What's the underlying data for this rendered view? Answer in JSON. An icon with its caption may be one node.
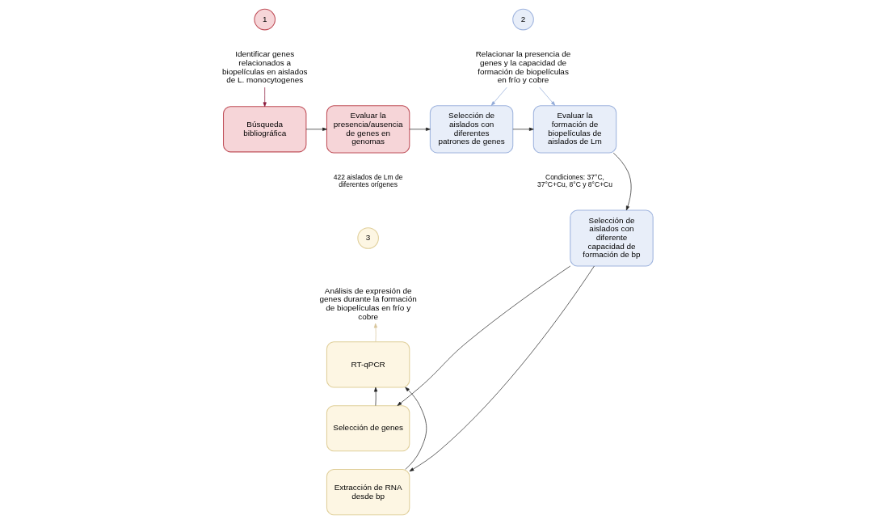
{
  "diagram": {
    "nodes": [
      {
        "text": [
          "1"
        ]
      },
      {
        "text": [
          "Identificar genes relacionados a biopelículas en aislados de L. monocytogenes"
        ]
      },
      {
        "text": [
          "Búsqueda bibliográfica"
        ]
      },
      {
        "text": [
          "Evaluar la presencia/ausencia de genes en genomas"
        ],
        "beside": [
          "422 aislados de Lm de diferentes orígenes"
        ]
      },
      {
        "text": [
          "2"
        ]
      },
      {
        "text": [
          "Relacionar la presencia de genes y la capacidad de formación de biopelículas en frío y cobre"
        ]
      },
      {
        "text": [
          "Selección de aislados con diferentes patrones de genes"
        ]
      },
      {
        "text": [
          "Evaluar la formación de biopelículas de aislados de Lm"
        ],
        "beside": [
          "Condiciones: 37°C, 37°C+Cu, 8°C y 8°C+Cu"
        ]
      },
      {
        "text": [
          "Selección de aislados con diferente capacidad de formación de bp"
        ]
      },
      {
        "text": [
          "Selección de genes"
        ]
      },
      {
        "text": [
          "Extracción de RNA desde bp"
        ]
      },
      {
        "text": [
          "RT-qPCR"
        ]
      },
      {
        "text": [
          "3"
        ]
      },
      {
        "text": [
          "Análisis de expresión de genes durante la formación de biopelículas en frío y cobre"
        ]
      }
    ],
    "edges": [
      {
        "from": 1,
        "to": 2,
        "arrow": "to",
        "color": "#8b1a3a"
      },
      {
        "from": 2,
        "to": 3,
        "arrow": "to"
      },
      {
        "from": 3,
        "to": 6,
        "arrow": "to"
      },
      {
        "from": 6,
        "to": 7,
        "arrow": "to"
      },
      {
        "from": 5,
        "to": 6,
        "arrow": "to",
        "color": "#8fa8d8"
      },
      {
        "from": 5,
        "to": 7,
        "arrow": "to",
        "color": "#8fa8d8"
      },
      {
        "from": 7,
        "to": 8,
        "arrow": "to"
      },
      {
        "from": 8,
        "to": 9,
        "arrow": "to"
      },
      {
        "from": 8,
        "to": 10,
        "arrow": "to"
      },
      {
        "from": 9,
        "to": 11,
        "arrow": "to"
      },
      {
        "from": 10,
        "to": 11,
        "arrow": "to"
      },
      {
        "from": 11,
        "to": 13,
        "arrow": "to",
        "color": "#d8c59a"
      }
    ]
  }
}
